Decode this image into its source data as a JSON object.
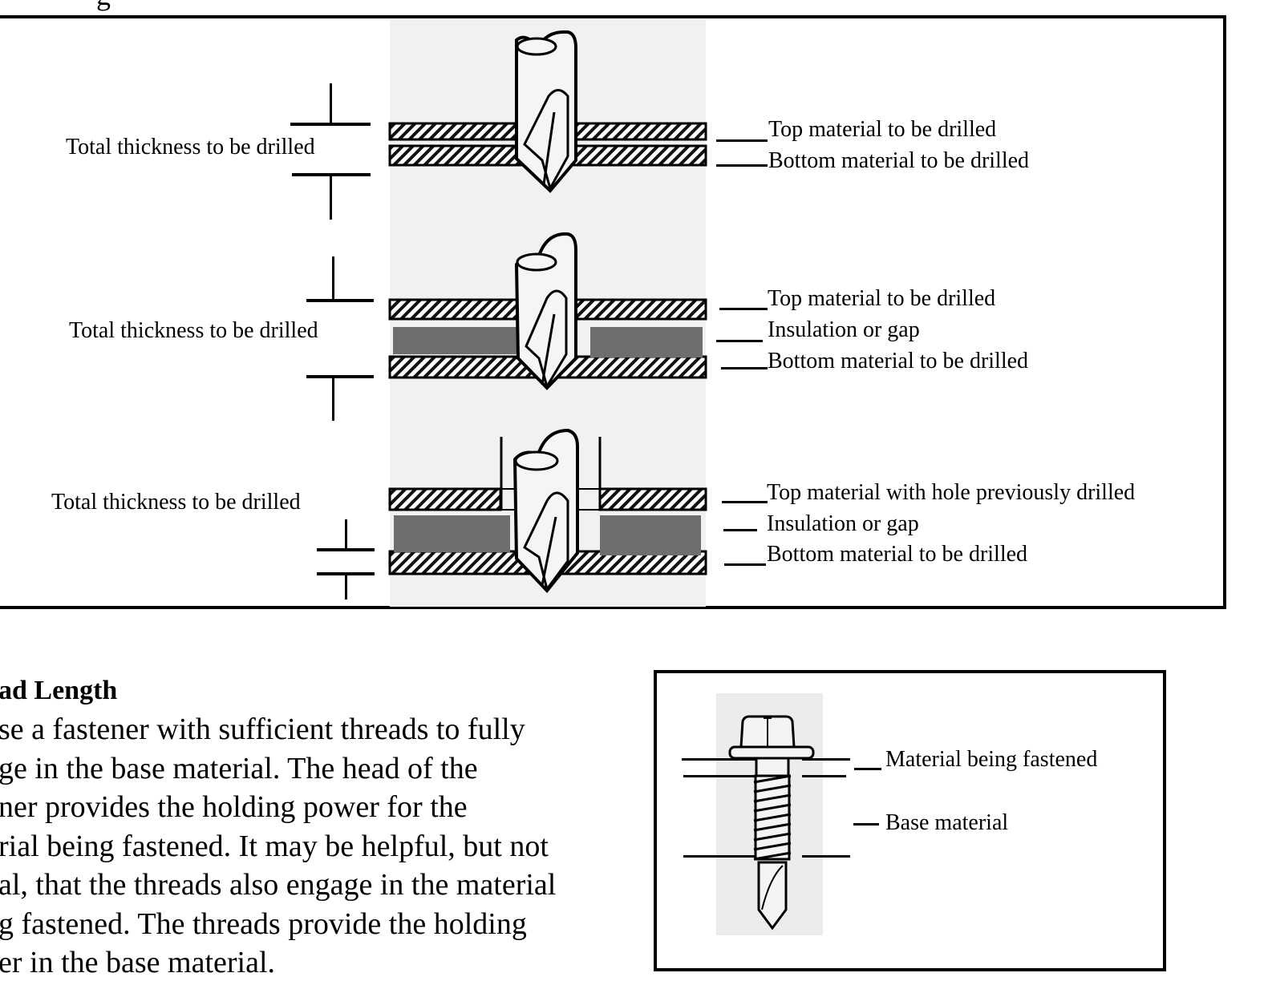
{
  "page": {
    "heading_fragment": "g"
  },
  "drilling_figure": {
    "title": "Drill point length diagram",
    "scenarios": [
      {
        "dimension_label": "Total thickness to be drilled",
        "callouts": [
          "Top material to be drilled",
          "Bottom material to be drilled"
        ]
      },
      {
        "dimension_label": "Total thickness to be drilled",
        "callouts": [
          "Top material to be drilled",
          "Insulation or gap",
          "Bottom material to be drilled"
        ]
      },
      {
        "dimension_label": "Total thickness to be drilled",
        "callouts": [
          "Top material with hole previously drilled",
          "Insulation or gap",
          "Bottom material to be drilled"
        ]
      }
    ],
    "colors": {
      "insulation": "#6e6e6e",
      "figure_background": "#f1f1f1"
    }
  },
  "thread_section": {
    "title": "ad Length",
    "paragraph_lines": [
      "se a fastener with sufficient threads to fully",
      "ge in the base material.  The head of the",
      "ner provides the holding power for the",
      "rial being fastened.  It may be helpful, but not",
      "al, that the threads also engage in the material",
      "g fastened.  The threads provide the holding",
      "er in the base material."
    ]
  },
  "screw_figure": {
    "callouts": [
      "Material being fastened",
      "Base material"
    ]
  }
}
